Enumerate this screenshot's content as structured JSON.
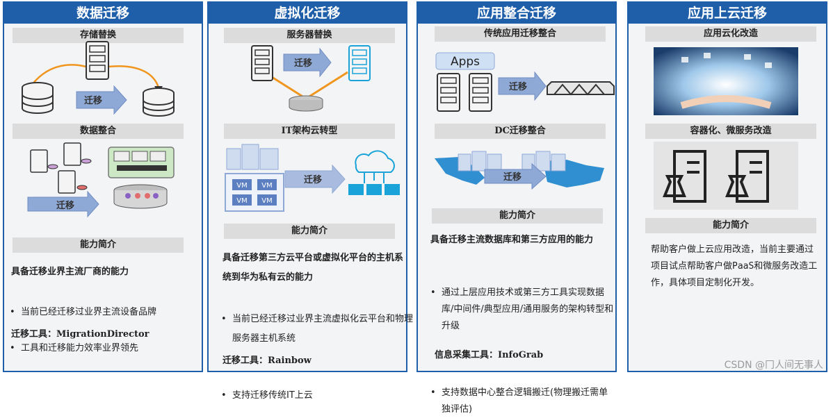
{
  "columns": [
    {
      "title": "数据迁移",
      "sections": [
        "存储替换",
        "数据整合",
        "能力简介"
      ],
      "arrow_labels": [
        "迁移",
        "迁移"
      ],
      "heading": "具备迁移业界主流厂商的能力",
      "bullets": [
        "当前已经迁移过业界主流设备品牌",
        "工具和迁移能力效率业界领先"
      ],
      "tool": "迁移工具：MigrationDirector"
    },
    {
      "title": "虚拟化迁移",
      "sections": [
        "服务器替换",
        "IT架构云转型",
        "能力简介"
      ],
      "arrow_labels": [
        "迁移",
        "迁移"
      ],
      "vm_labels": [
        "VM",
        "VM",
        "VM",
        "VM"
      ],
      "heading": "具备迁移第三方云平台或虚拟化平台的主机系统到华为私有云的能力",
      "bullets": [
        "当前已经迁移过业界主流虚拟化云平台和物理服务器主机系统",
        "支持迁移传统IT上云"
      ],
      "tool": "迁移工具：Rainbow"
    },
    {
      "title": "应用整合迁移",
      "sections": [
        "传统应用迁移整合",
        "DC迁移整合",
        "能力简介"
      ],
      "apps_label": "Apps",
      "arrow_labels": [
        "迁移",
        "迁移"
      ],
      "heading": "具备迁移主流数据库和第三方应用的能力",
      "bullets": [
        "通过上层应用技术或第三方工具实现数据库/中间件/典型应用/通用服务的架构转型和升级",
        "支持数据中心整合逻辑搬迁(物理搬迁需单独评估)"
      ],
      "tool": "信息采集工具：InfoGrab"
    },
    {
      "title": "应用上云迁移",
      "sections": [
        "应用云化改造",
        "容器化、微服务改造",
        "能力简介"
      ],
      "body": "帮助客户做上云应用改造，当前主要通过项目试点帮助客户做PaaS和微服务改造工作，具体项目定制化开发。"
    }
  ],
  "watermark": "CSDN @冂人间无事人",
  "colors": {
    "header": "#1f5faa",
    "panel": "#f3f4f6",
    "subhead": "#dcdcdc",
    "arrow": "#8fa9d6",
    "orange": "#f0961e"
  }
}
